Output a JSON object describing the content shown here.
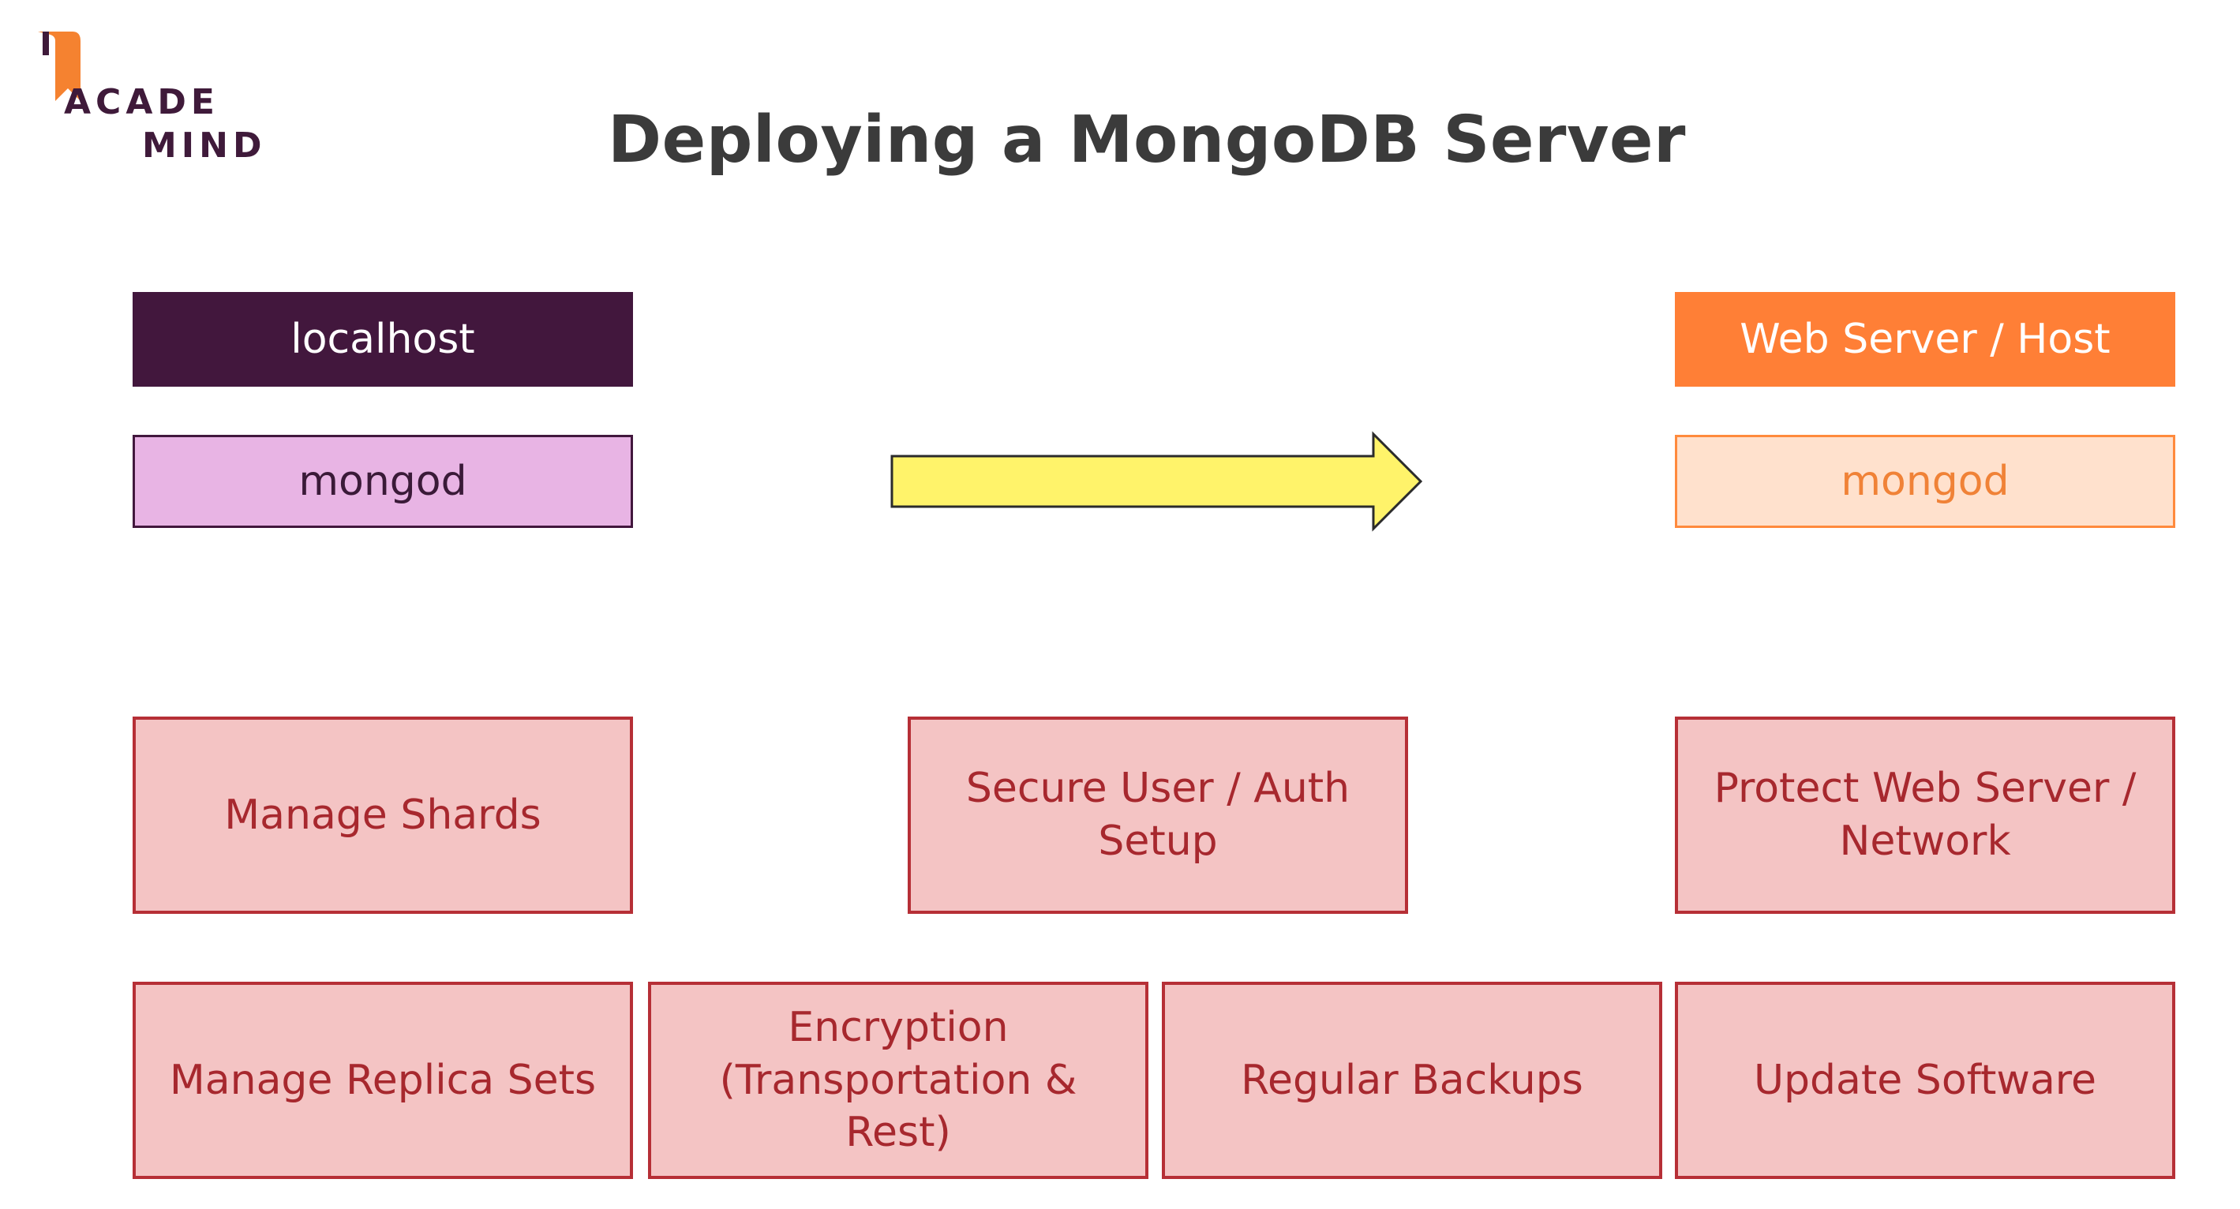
{
  "logo": {
    "line1": "ACADE",
    "line2": "MIND",
    "colors": {
      "flag": "#f58230",
      "text": "#3f1a3a"
    }
  },
  "title": "Deploying a MongoDB Server",
  "left": {
    "environment": "localhost",
    "process": "mongod"
  },
  "right": {
    "environment": "Web Server / Host",
    "process": "mongod"
  },
  "tasks_row1": [
    {
      "label": "Manage Shards"
    },
    {
      "label": "Secure User / Auth Setup"
    },
    {
      "label": "Protect Web Server / Network"
    }
  ],
  "tasks_row2": [
    {
      "label": "Manage Replica Sets"
    },
    {
      "label": "Encryption (Transportation & Rest)"
    },
    {
      "label": "Regular Backups"
    },
    {
      "label": "Update Software"
    }
  ],
  "colors": {
    "dark_purple": "#42173d",
    "lilac": "#e8b4e4",
    "orange": "#ff7f36",
    "peach": "#ffe1cd",
    "task_fill": "#f4c4c4",
    "task_border": "#b62f36",
    "arrow_fill": "#fff36a"
  }
}
